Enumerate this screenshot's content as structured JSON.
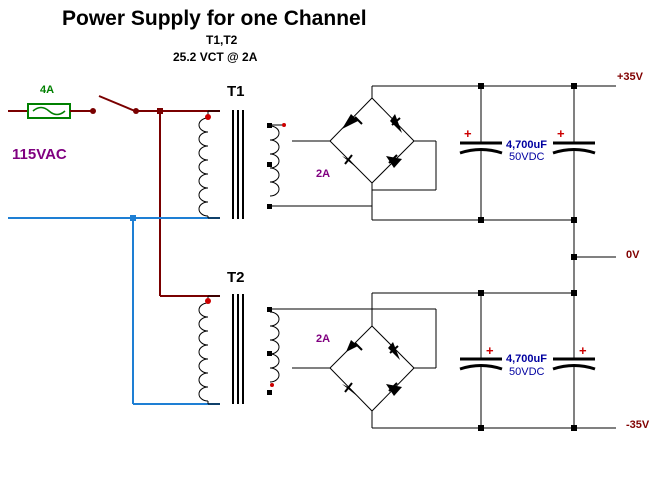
{
  "title": "Power Supply for one Channel",
  "transformer_spec": {
    "line1": "T1,T2",
    "line2": "25.2 VCT @ 2A"
  },
  "labels": {
    "fuse": "4A",
    "mains": "115VAC",
    "t1": "T1",
    "t2": "T2",
    "rect1": "2A",
    "rect2": "2A",
    "cap1_value": "4,700uF",
    "cap1_voltage": "50VDC",
    "cap2_value": "4,700uF",
    "cap2_voltage": "50VDC",
    "plus": "+",
    "rail_pos": "+35V",
    "rail_gnd": "0V",
    "rail_neg": "-35V"
  },
  "colors": {
    "line_wire": "#7a0000",
    "neutral_wire": "#1e7fd4",
    "fuse": "#008000",
    "mains_label": "#800080",
    "rect_label": "#800080",
    "cap_value": "#0000a0",
    "cap_voltage": "#0000a0",
    "polarity": "#cc0000",
    "phase_dot": "#cc0000"
  }
}
